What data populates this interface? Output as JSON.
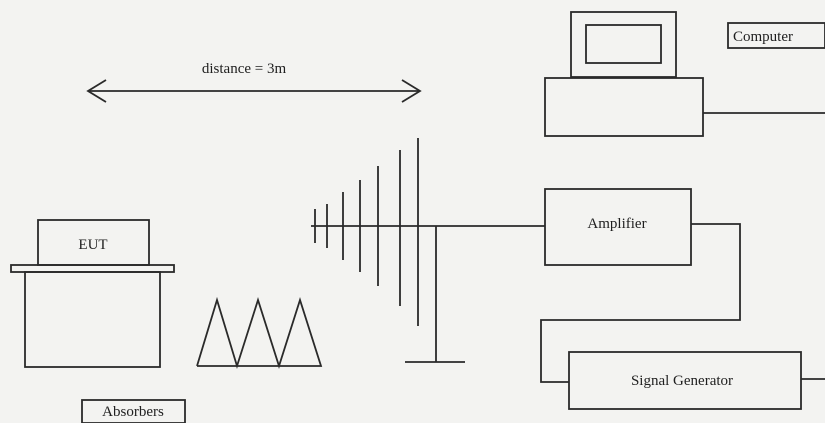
{
  "diagram": {
    "distance_label": "distance = 3m",
    "eut_label": "EUT",
    "absorbers_label": "Absorbers",
    "computer_label": "Computer",
    "amplifier_label": "Amplifier",
    "signal_generator_label": "Signal Generator"
  }
}
